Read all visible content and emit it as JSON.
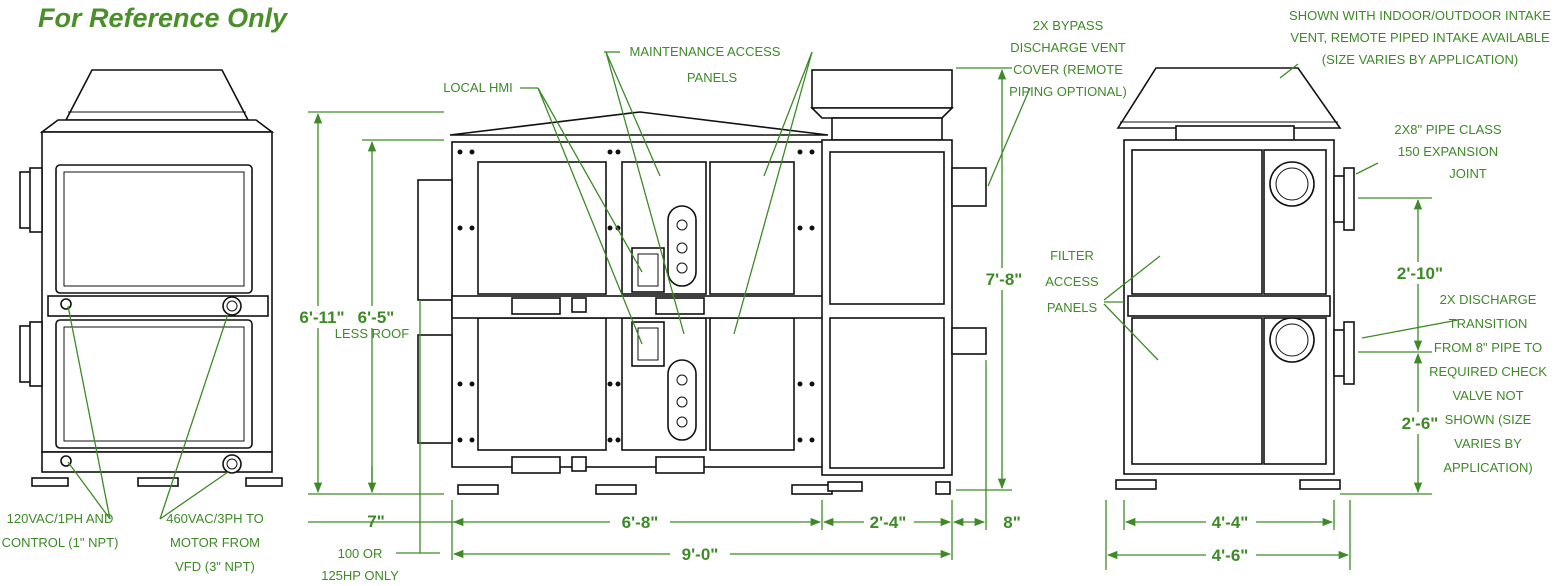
{
  "header": {
    "reference_note": "For Reference Only"
  },
  "callouts": {
    "local_hmi": "LOCAL HMI",
    "maintenance_access": [
      "MAINTENANCE ACCESS",
      "PANELS"
    ],
    "bypass_vent": [
      "2X BYPASS",
      "DISCHARGE VENT",
      "COVER (REMOTE",
      "PIPING OPTIONAL)"
    ],
    "intake_vent": [
      "SHOWN WITH INDOOR/OUTDOOR INTAKE",
      "VENT, REMOTE PIPED INTAKE AVAILABLE",
      "(SIZE VARIES BY APPLICATION)"
    ],
    "expansion_joint": [
      "2X8\" PIPE CLASS",
      "150 EXPANSION",
      "JOINT"
    ],
    "filter_access": [
      "FILTER",
      "ACCESS",
      "PANELS"
    ],
    "discharge_transition": [
      "2X DISCHARGE",
      "TRANSITION",
      "FROM 8\" PIPE TO",
      "REQUIRED CHECK",
      "VALVE NOT",
      "SHOWN (SIZE",
      "VARIES BY",
      "APPLICATION)"
    ],
    "control_power": [
      "120VAC/1PH AND",
      "CONTROL (1\" NPT)"
    ],
    "motor_power": [
      "460VAC/3PH TO",
      "MOTOR FROM",
      "VFD (3\" NPT)"
    ],
    "hp_note": [
      "100 OR",
      "125HP ONLY"
    ],
    "less_roof": "LESS ROOF"
  },
  "dimensions": {
    "overall_height": "6'-11\"",
    "height_less_roof": "6'-5\"",
    "base": "7\"",
    "main_width": "6'-8\"",
    "total_width": "9'-0\"",
    "filter_width": "2'-4\"",
    "vent_depth": "8\"",
    "filter_height": "7'-8\"",
    "upper_outlet": "2'-10\"",
    "lower_outlet": "2'-6\"",
    "side_inner": "4'-4\"",
    "side_outer": "4'-6\""
  },
  "colors": {
    "accent": "#3d8a27",
    "ink": "#111111",
    "background": "#ffffff"
  }
}
